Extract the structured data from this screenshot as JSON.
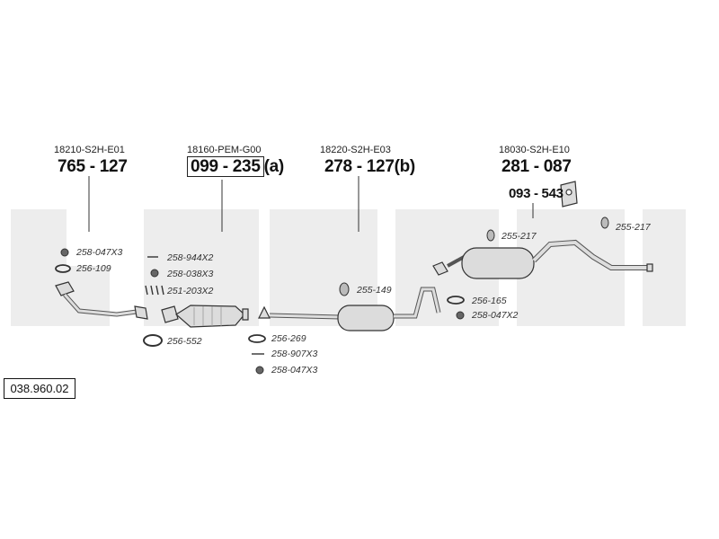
{
  "diagram_id": "038.960.02",
  "assemblies": [
    {
      "oem": "18210-S2H-E01",
      "part": "765 - 127",
      "suffix": ""
    },
    {
      "oem": "18160-PEM-G00",
      "part": "099 - 235",
      "suffix": "(a)"
    },
    {
      "oem": "18220-S2H-E03",
      "part": "278 - 127",
      "suffix": "(b)"
    },
    {
      "oem": "18030-S2H-E10",
      "part": "281 - 087",
      "suffix": ""
    }
  ],
  "bracket_part": "093 - 543",
  "labels": [
    "258-047X3",
    "256-109",
    "258-944X2",
    "258-038X3",
    "251-203X2",
    "256-552",
    "256-269",
    "258-907X3",
    "258-047X3",
    "255-149",
    "256-165",
    "258-047X2",
    "255-217",
    "255-217"
  ],
  "colors": {
    "watermark": "#ededed",
    "line": "#333333",
    "part_fill": "#dcdcdc"
  }
}
